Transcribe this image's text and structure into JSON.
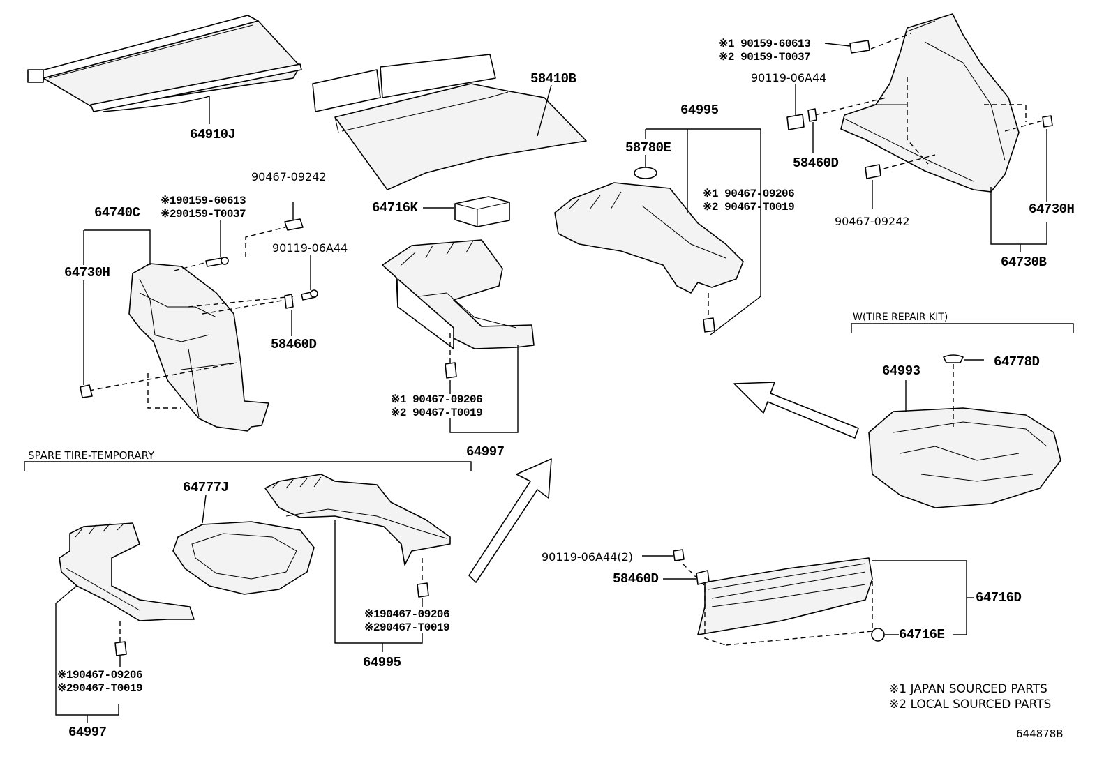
{
  "labels": {
    "p64910J": "64910J",
    "p58410B": "58410B",
    "p64716K": "64716K",
    "p64740C": "64740C",
    "p64730H_left": "64730H",
    "p90467_09242_left": "90467-09242",
    "p90159_60613_left": "※190159-60613",
    "p90159_T0037_left": "※290159-T0037",
    "p90119_06A44_left": "90119-06A44",
    "p58460D_left": "58460D",
    "p90467_09206_mid": "※1 90467-09206",
    "p90467_T0019_mid": "※2 90467-T0019",
    "p64997_mid": "64997",
    "p64995_top": "64995",
    "p58780E": "58780E",
    "p90467_09206_top": "※1 90467-09206",
    "p90467_T0019_top": "※2 90467-T0019",
    "p90159_60613_right": "※1 90159-60613",
    "p90159_T0037_right": "※2 90159-T0037",
    "p90119_06A44_right": "90119-06A44",
    "p58460D_right": "58460D",
    "p90467_09242_right": "90467-09242",
    "p64730H_right": "64730H",
    "p64730B": "64730B",
    "p64993": "64993",
    "p64778D": "64778D",
    "p64777J": "64777J",
    "p90467_09206_bl": "※190467-09206",
    "p90467_T0019_bl": "※290467-T0019",
    "p64997_bl": "64997",
    "p90467_09206_bm": "※190467-09206",
    "p90467_T0019_bm": "※290467-T0019",
    "p64995_bm": "64995",
    "p90119_06A44_2": "90119-06A44(2)",
    "p58460D_bottom": "58460D",
    "p64716D": "64716D",
    "p64716E": "64716E"
  },
  "groups": {
    "spare_tire": "SPARE TIRE-TEMPORARY",
    "tire_repair_kit": "W(TIRE REPAIR KIT)"
  },
  "notes": {
    "note1": "※1 JAPAN SOURCED PARTS",
    "note2": "※2 LOCAL SOURCED PARTS"
  },
  "diagram_id": "644878B"
}
